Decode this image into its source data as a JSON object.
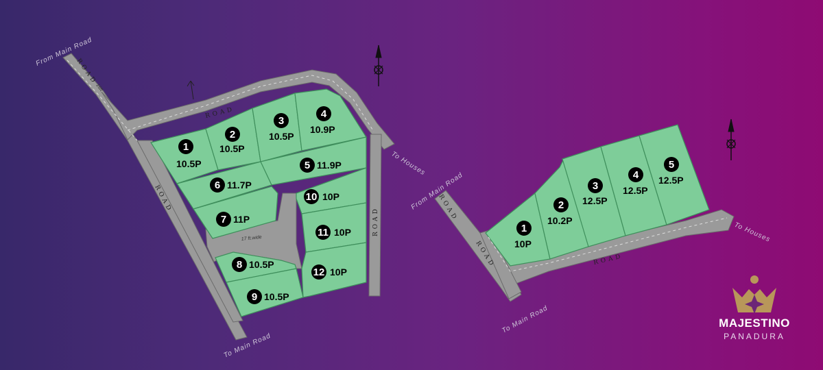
{
  "site_a": {
    "plots": [
      {
        "no": "1",
        "size": "10.5P"
      },
      {
        "no": "2",
        "size": "10.5P"
      },
      {
        "no": "3",
        "size": "10.5P"
      },
      {
        "no": "4",
        "size": "10.9P"
      },
      {
        "no": "5",
        "size": "11.9P"
      },
      {
        "no": "6",
        "size": "11.7P"
      },
      {
        "no": "7",
        "size": "11P"
      },
      {
        "no": "8",
        "size": "10.5P"
      },
      {
        "no": "9",
        "size": "10.5P"
      },
      {
        "no": "10",
        "size": "10P"
      },
      {
        "no": "11",
        "size": "10P"
      },
      {
        "no": "12",
        "size": "10P"
      }
    ],
    "labels": {
      "from_main_road": "From Main Road",
      "to_main_road": "To Main Road",
      "to_houses": "To Houses",
      "road": "ROAD",
      "inner_road_width": "17 ft.wide",
      "road_width_small": "18ft"
    }
  },
  "site_b": {
    "plots": [
      {
        "no": "1",
        "size": "10P"
      },
      {
        "no": "2",
        "size": "10.2P"
      },
      {
        "no": "3",
        "size": "12.5P"
      },
      {
        "no": "4",
        "size": "12.5P"
      },
      {
        "no": "5",
        "size": "12.5P"
      }
    ],
    "labels": {
      "from_main_road": "From Main Road",
      "to_main_road": "To Main Road",
      "to_houses": "To Houses",
      "road": "ROAD"
    }
  },
  "brand": {
    "name": "MAJESTINO",
    "location": "PANADURA"
  },
  "colors": {
    "plot_fill": "#7ecd99",
    "road": "#9a9a9a",
    "gradient_start": "#38286a",
    "gradient_end": "#8e0b73",
    "logo_gold": "#b8975a"
  },
  "icons": [
    "north-arrow-icon",
    "crown-logo-icon"
  ]
}
